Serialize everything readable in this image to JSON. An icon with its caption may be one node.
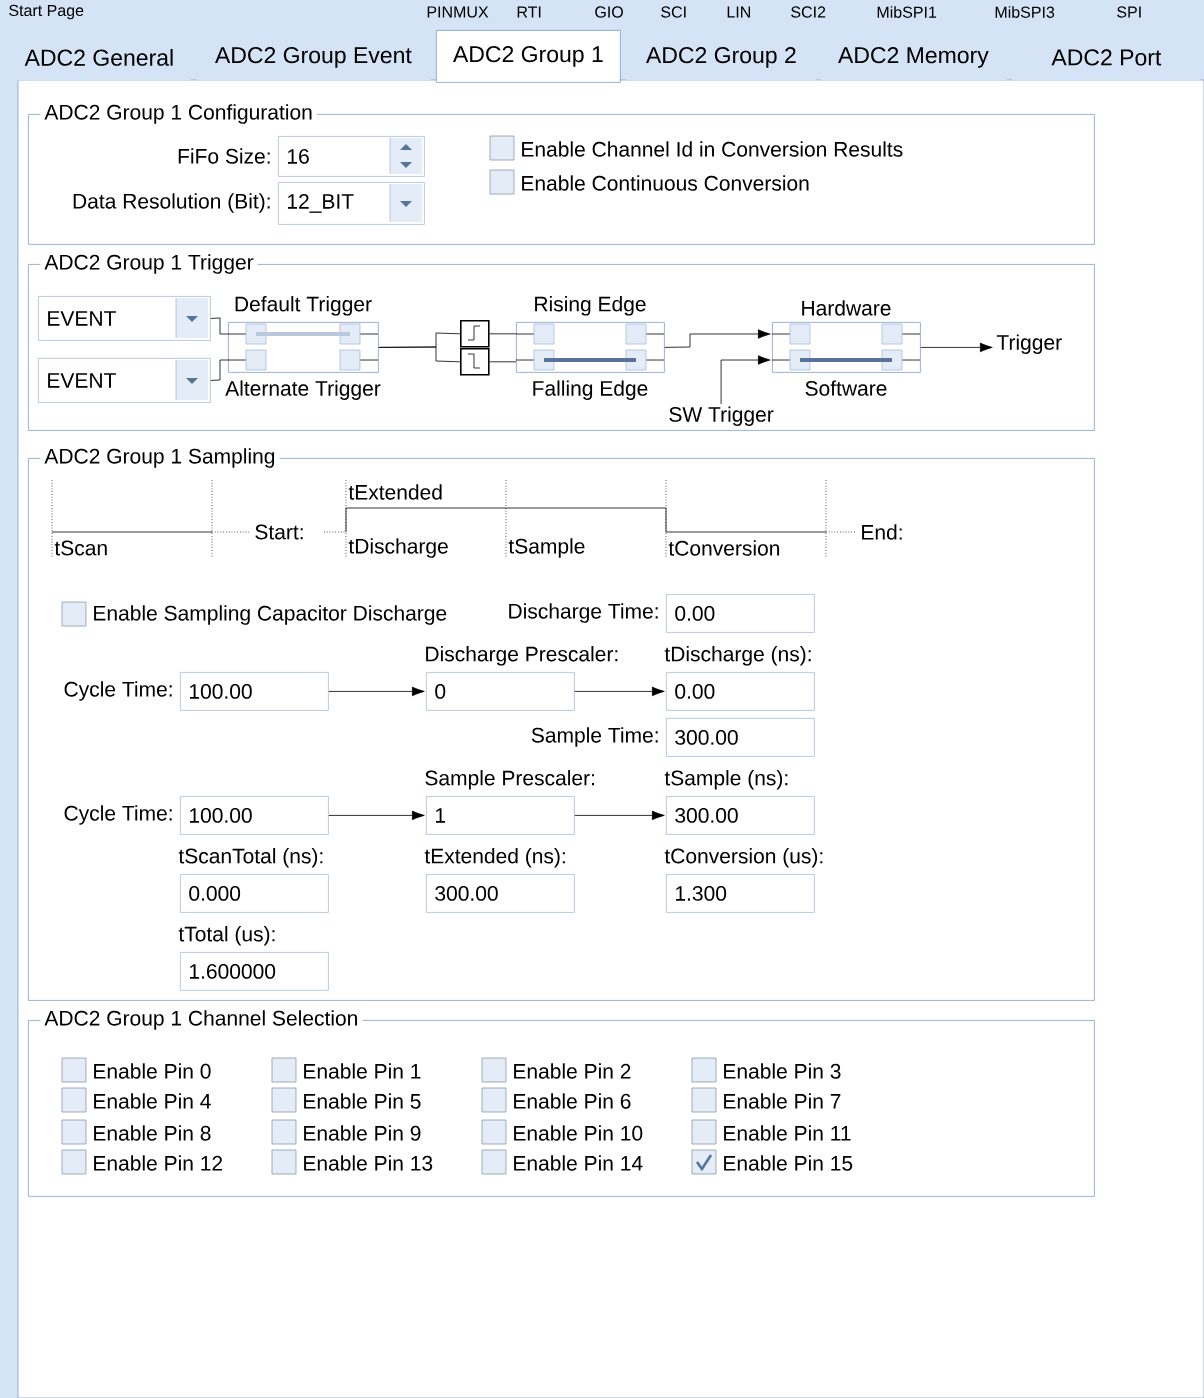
{
  "diagram": {
    "nodes": [
      {
        "text": [
          "ADC2 General"
        ]
      },
      {
        "text": [
          "ADC2 Group Event"
        ]
      },
      {
        "text": [
          "ADC2 Group 1"
        ]
      },
      {
        "text": [
          "ADC2 Group 2"
        ]
      },
      {
        "text": [
          "ADC2 Memory"
        ]
      },
      {
        "text": [
          "ADC2 Port"
        ]
      },
      {
        "text": [
          "ADC2 Group 1 Configuration"
        ]
      },
      {
        "text": [
          "16"
        ],
        "beside": [
          "FiFo Size:"
        ],
        "in": 6
      },
      {
        "text": [
          "12_BIT"
        ],
        "beside": [
          "Data Resolution (Bit):"
        ],
        "in": 6
      },
      {
        "text": [
          "Enable Channel Id in Conversion Results"
        ],
        "in": 6
      },
      {
        "text": [
          "Enable Continuous Conversion"
        ],
        "in": 6
      },
      {
        "text": [
          "ADC2 Group 1 Trigger"
        ]
      },
      {
        "text": [
          "EVENT"
        ],
        "in": 11
      },
      {
        "text": [
          "EVENT"
        ],
        "in": 11
      },
      {
        "text": [
          "Default Trigger",
          "Alternate Trigger"
        ],
        "in": 11
      },
      {
        "text": [],
        "shape": "picture",
        "in": 11
      },
      {
        "text": [],
        "shape": "picture",
        "in": 11
      },
      {
        "text": [
          "Rising Edge",
          "Falling Edge"
        ],
        "in": 11
      },
      {
        "text": [
          "SW Trigger"
        ],
        "in": 11
      },
      {
        "text": [
          "Hardware",
          "Software"
        ],
        "in": 11
      },
      {
        "text": [
          "Trigger"
        ],
        "in": 11
      },
      {
        "text": [
          "ADC2 Group 1 Sampling"
        ]
      },
      {
        "text": [
          "Enable Sampling Capacitor Discharge"
        ],
        "in": 21
      },
      {
        "text": [
          "0.00"
        ],
        "beside": [
          "Discharge Time:"
        ],
        "in": 21
      },
      {
        "text": [
          "100.00"
        ],
        "beside": [
          "Cycle Time:"
        ],
        "in": 21
      },
      {
        "text": [
          "0"
        ],
        "beside": [
          "Discharge Prescaler:"
        ],
        "in": 21
      },
      {
        "text": [
          "0.00"
        ],
        "beside": [
          "tDischarge (ns):"
        ],
        "in": 21
      },
      {
        "text": [
          "300.00"
        ],
        "beside": [
          "Sample Time:"
        ],
        "in": 21
      },
      {
        "text": [
          "100.00"
        ],
        "beside": [
          "Cycle Time:"
        ],
        "in": 21
      },
      {
        "text": [
          "1"
        ],
        "beside": [
          "Sample Prescaler:"
        ],
        "in": 21
      },
      {
        "text": [
          "300.00"
        ],
        "beside": [
          "tSample (ns):"
        ],
        "in": 21
      },
      {
        "text": [
          "0.000"
        ],
        "beside": [
          "tScanTotal (ns):"
        ],
        "in": 21
      },
      {
        "text": [
          "300.00"
        ],
        "beside": [
          "tExtended (ns):"
        ],
        "in": 21
      },
      {
        "text": [
          "1.300"
        ],
        "beside": [
          "tConversion (us):"
        ],
        "in": 21
      },
      {
        "text": [
          "1.600000"
        ],
        "beside": [
          "tTotal (us):"
        ],
        "in": 21
      },
      {
        "text": [
          "ADC2 Group 1 Channel Selection"
        ]
      },
      {
        "text": [
          "Enable Pin 0"
        ],
        "in": 35
      },
      {
        "text": [
          "Enable Pin 1"
        ],
        "in": 35
      },
      {
        "text": [
          "Enable Pin 2"
        ],
        "in": 35
      },
      {
        "text": [
          "Enable Pin 3"
        ],
        "in": 35
      },
      {
        "text": [
          "Enable Pin 4"
        ],
        "in": 35
      },
      {
        "text": [
          "Enable Pin 5"
        ],
        "in": 35
      },
      {
        "text": [
          "Enable Pin 6"
        ],
        "in": 35
      },
      {
        "text": [
          "Enable Pin 7"
        ],
        "in": 35
      },
      {
        "text": [
          "Enable Pin 8"
        ],
        "in": 35
      },
      {
        "text": [
          "Enable Pin 9"
        ],
        "in": 35
      },
      {
        "text": [
          "Enable Pin 10"
        ],
        "in": 35
      },
      {
        "text": [
          "Enable Pin 11"
        ],
        "in": 35
      },
      {
        "text": [
          "Enable Pin 12"
        ],
        "in": 35
      },
      {
        "text": [
          "Enable Pin 13"
        ],
        "in": 35
      },
      {
        "text": [
          "Enable Pin 14"
        ],
        "in": 35
      },
      {
        "text": [
          "Enable Pin 15"
        ],
        "in": 35
      }
    ],
    "edges": [
      {
        "from": 12,
        "to": 14,
        "arrow": "none"
      },
      {
        "from": 13,
        "to": 14,
        "arrow": "none"
      },
      {
        "from": 14,
        "to": 15,
        "arrow": "none"
      },
      {
        "from": 14,
        "to": 16,
        "arrow": "none"
      },
      {
        "from": 15,
        "to": 17,
        "arrow": "none"
      },
      {
        "from": 16,
        "to": 17,
        "arrow": "none"
      },
      {
        "from": 17,
        "to": 19,
        "arrow": "to"
      },
      {
        "from": 18,
        "to": 19,
        "arrow": "to"
      },
      {
        "from": 19,
        "to": 20,
        "arrow": "to"
      },
      {
        "from": 24,
        "to": 25,
        "arrow": "to"
      },
      {
        "from": 25,
        "to": 26,
        "arrow": "to"
      },
      {
        "from": 28,
        "to": 29,
        "arrow": "to"
      },
      {
        "from": 29,
        "to": 30,
        "arrow": "to"
      }
    ],
    "labels": [
      "Start Page",
      "PINMUX",
      "RTI",
      "GIO",
      "SCI",
      "LIN",
      "SCI2",
      "MibSPI1",
      "MibSPI3",
      "SPI",
      "tScan",
      "Start:",
      "tExtended",
      "tDischarge",
      "tSample",
      "tConversion",
      "End:"
    ]
  }
}
